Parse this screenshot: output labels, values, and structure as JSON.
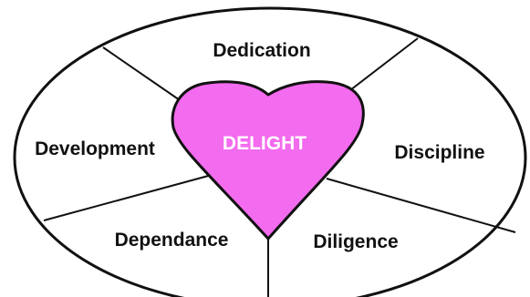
{
  "diagram": {
    "center": {
      "label": "DELIGHT",
      "fill_color": "#F36BEE",
      "text_color": "#FFFFFF"
    },
    "segments": [
      {
        "id": "dedication",
        "label": "Dedication"
      },
      {
        "id": "discipline",
        "label": "Discipline"
      },
      {
        "id": "diligence",
        "label": "Diligence"
      },
      {
        "id": "dependance",
        "label": "Dependance"
      },
      {
        "id": "development",
        "label": "Development"
      }
    ],
    "colors": {
      "outline": "#111111",
      "background": "#FFFFFF",
      "segment_text": "#111111"
    }
  }
}
